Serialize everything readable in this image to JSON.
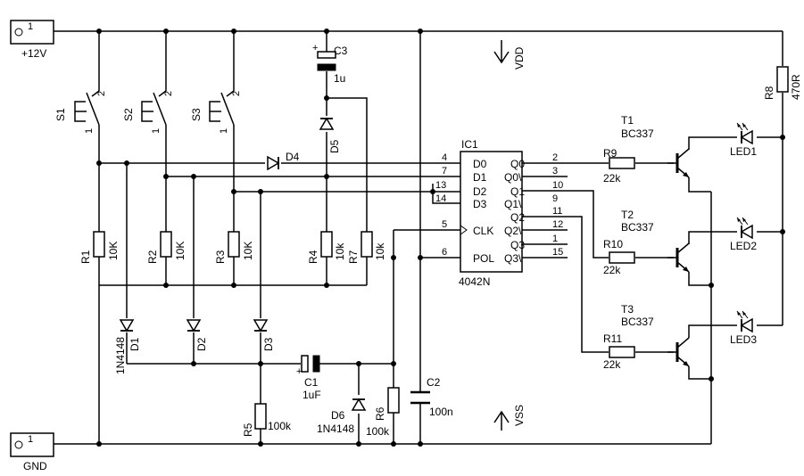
{
  "terminals": {
    "vcc": {
      "pin": "1",
      "label": "+12V"
    },
    "gnd": {
      "pin": "1",
      "label": "GND"
    }
  },
  "rails": {
    "vdd": "VDD",
    "vss": "VSS"
  },
  "switches": [
    {
      "ref": "S1",
      "pin_a": "1",
      "pin_b": "2"
    },
    {
      "ref": "S2",
      "pin_a": "1",
      "pin_b": "2"
    },
    {
      "ref": "S3",
      "pin_a": "1",
      "pin_b": "2"
    }
  ],
  "resistors": [
    {
      "ref": "R1",
      "value": "10K"
    },
    {
      "ref": "R2",
      "value": "10K"
    },
    {
      "ref": "R3",
      "value": "10K"
    },
    {
      "ref": "R4",
      "value": "10k"
    },
    {
      "ref": "R7",
      "value": "10k"
    },
    {
      "ref": "R5",
      "value": "100k"
    },
    {
      "ref": "R6",
      "value": "100k"
    },
    {
      "ref": "R8",
      "value": "470R"
    },
    {
      "ref": "R9",
      "value": "22k"
    },
    {
      "ref": "R10",
      "value": "22k"
    },
    {
      "ref": "R11",
      "value": "22k"
    }
  ],
  "capacitors": [
    {
      "ref": "C1",
      "value": "1uF",
      "polarity": "+"
    },
    {
      "ref": "C2",
      "value": "100n"
    },
    {
      "ref": "C3",
      "value": "1u",
      "polarity": "+"
    }
  ],
  "diodes": [
    {
      "ref": "D1",
      "value": "1N4148"
    },
    {
      "ref": "D2"
    },
    {
      "ref": "D3"
    },
    {
      "ref": "D4"
    },
    {
      "ref": "D5"
    },
    {
      "ref": "D6",
      "value": "1N4148"
    }
  ],
  "transistors": [
    {
      "ref": "T1",
      "type": "BC337"
    },
    {
      "ref": "T2",
      "type": "BC337"
    },
    {
      "ref": "T3",
      "type": "BC337"
    }
  ],
  "leds": [
    "LED1",
    "LED2",
    "LED3"
  ],
  "ic": {
    "ref": "IC1",
    "part": "4042N",
    "left_pins": [
      {
        "num": "4",
        "name": "D0"
      },
      {
        "num": "7",
        "name": "D1"
      },
      {
        "num": "13",
        "name": "D2"
      },
      {
        "num": "14",
        "name": "D3"
      },
      {
        "num": "5",
        "name": "CLK"
      },
      {
        "num": "6",
        "name": "POL"
      }
    ],
    "right_pins": [
      {
        "num": "2",
        "name": "Q0"
      },
      {
        "num": "3",
        "name": "Q0\\"
      },
      {
        "num": "10",
        "name": "Q1\\"
      },
      {
        "num": "9",
        "name": "Q1"
      },
      {
        "num": "11",
        "name": "Q2"
      },
      {
        "num": "12",
        "name": "Q2\\"
      },
      {
        "num": "1",
        "name": "Q3"
      },
      {
        "num": "15",
        "name": "Q3\\"
      }
    ]
  }
}
